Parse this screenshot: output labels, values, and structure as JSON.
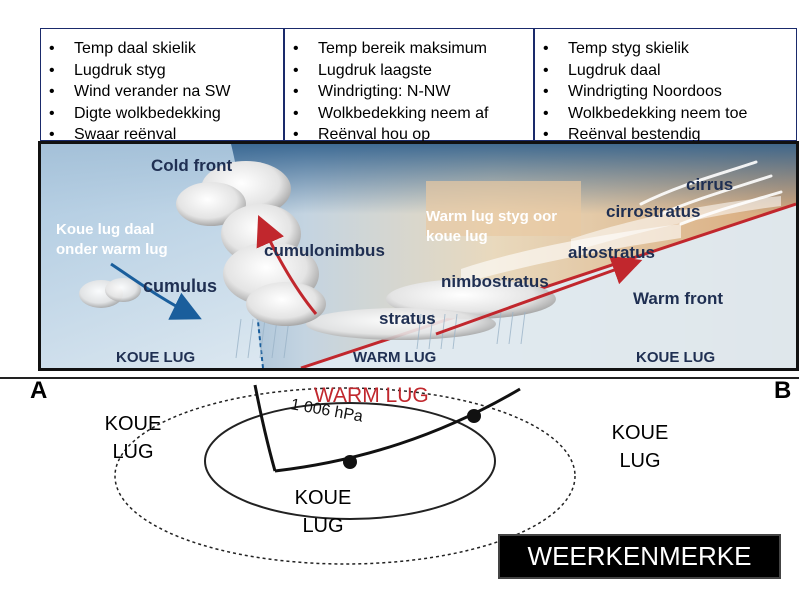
{
  "boxes": {
    "left": [
      "Temp daal skielik",
      "Lugdruk styg",
      "Wind verander na SW",
      "Digte wolkbedekking",
      "Swaar reënval"
    ],
    "mid": [
      "Temp bereik maksimum",
      "Lugdruk laagste",
      "Windrigting: N-NW",
      "Wolkbedekking neem af",
      "Reënval hou op"
    ],
    "right": [
      "Temp styg skielik",
      "Lugdruk daal",
      "Windrigting Noordoos",
      "Wolkbedekking neem toe",
      "Reënval bestendig"
    ]
  },
  "diagram": {
    "cold_front": "Cold front",
    "warm_front": "Warm front",
    "koue_lug_note_1": "Koue lug daal",
    "koue_lug_note_2": "onder warm lug",
    "warm_lug_note_1": "Warm lug styg oor",
    "warm_lug_note_2": "koue lug",
    "clouds": {
      "cumulus": "cumulus",
      "cumulonimbus": "cumulonimbus",
      "stratus": "stratus",
      "nimbostratus": "nimbostratus",
      "altostratus": "altostratus",
      "cirrostratus": "cirrostratus",
      "cirrus": "cirrus"
    },
    "zones": {
      "left": "KOUE LUG",
      "mid": "WARM LUG",
      "right": "KOUE LUG"
    }
  },
  "map": {
    "point_a": "A",
    "point_b": "B",
    "warm_lug": "WARM LUG",
    "isobar_label": "1 006 hPa",
    "koue_lug_left": [
      "KOUE",
      "LUG"
    ],
    "koue_lug_bottom": [
      "KOUE",
      "LUG"
    ],
    "koue_lug_right": [
      "KOUE",
      "LUG"
    ]
  },
  "title": "WEERKENMERKE",
  "colors": {
    "sky_top": "#2f5f8c",
    "sky_warm": "#e8d6b8",
    "cold_air": "#d7e4ee",
    "arrow_red": "#c1272d",
    "arrow_blue": "#1a5e9c"
  }
}
